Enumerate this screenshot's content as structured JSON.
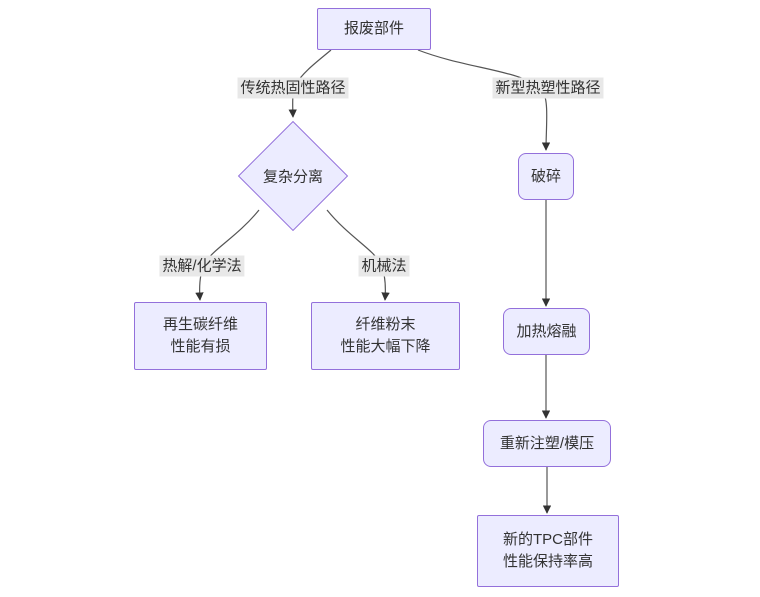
{
  "diagram": {
    "type": "flowchart",
    "direction": "top-down",
    "colors": {
      "node_fill": "#ECECFF",
      "node_border": "#9370DB",
      "text": "#333333",
      "line": "#555555",
      "arrow": "#333333",
      "label_bg": "#e8e8e8",
      "page_bg": "#ffffff"
    },
    "nodes": {
      "scrap": {
        "shape": "rect",
        "label": "报废部件"
      },
      "separation": {
        "shape": "diamond",
        "label": "复杂分离"
      },
      "crush": {
        "shape": "rounded",
        "label": "破碎"
      },
      "melt": {
        "shape": "rounded",
        "label": "加热熔融"
      },
      "remold": {
        "shape": "rounded",
        "label": "重新注塑/模压"
      },
      "rcf": {
        "shape": "rect",
        "line1": "再生碳纤维",
        "line2": "性能有损"
      },
      "powder": {
        "shape": "rect",
        "line1": "纤维粉末",
        "line2": "性能大幅下降"
      },
      "tpc": {
        "shape": "rect",
        "line1": "新的TPC部件",
        "line2": "性能保持率高"
      }
    },
    "edges": [
      {
        "from": "scrap",
        "to": "separation",
        "label": "传统热固性路径"
      },
      {
        "from": "scrap",
        "to": "crush",
        "label": "新型热塑性路径"
      },
      {
        "from": "separation",
        "to": "rcf",
        "label": "热解/化学法"
      },
      {
        "from": "separation",
        "to": "powder",
        "label": "机械法"
      },
      {
        "from": "crush",
        "to": "melt",
        "label": ""
      },
      {
        "from": "melt",
        "to": "remold",
        "label": ""
      },
      {
        "from": "remold",
        "to": "tpc",
        "label": ""
      }
    ]
  }
}
